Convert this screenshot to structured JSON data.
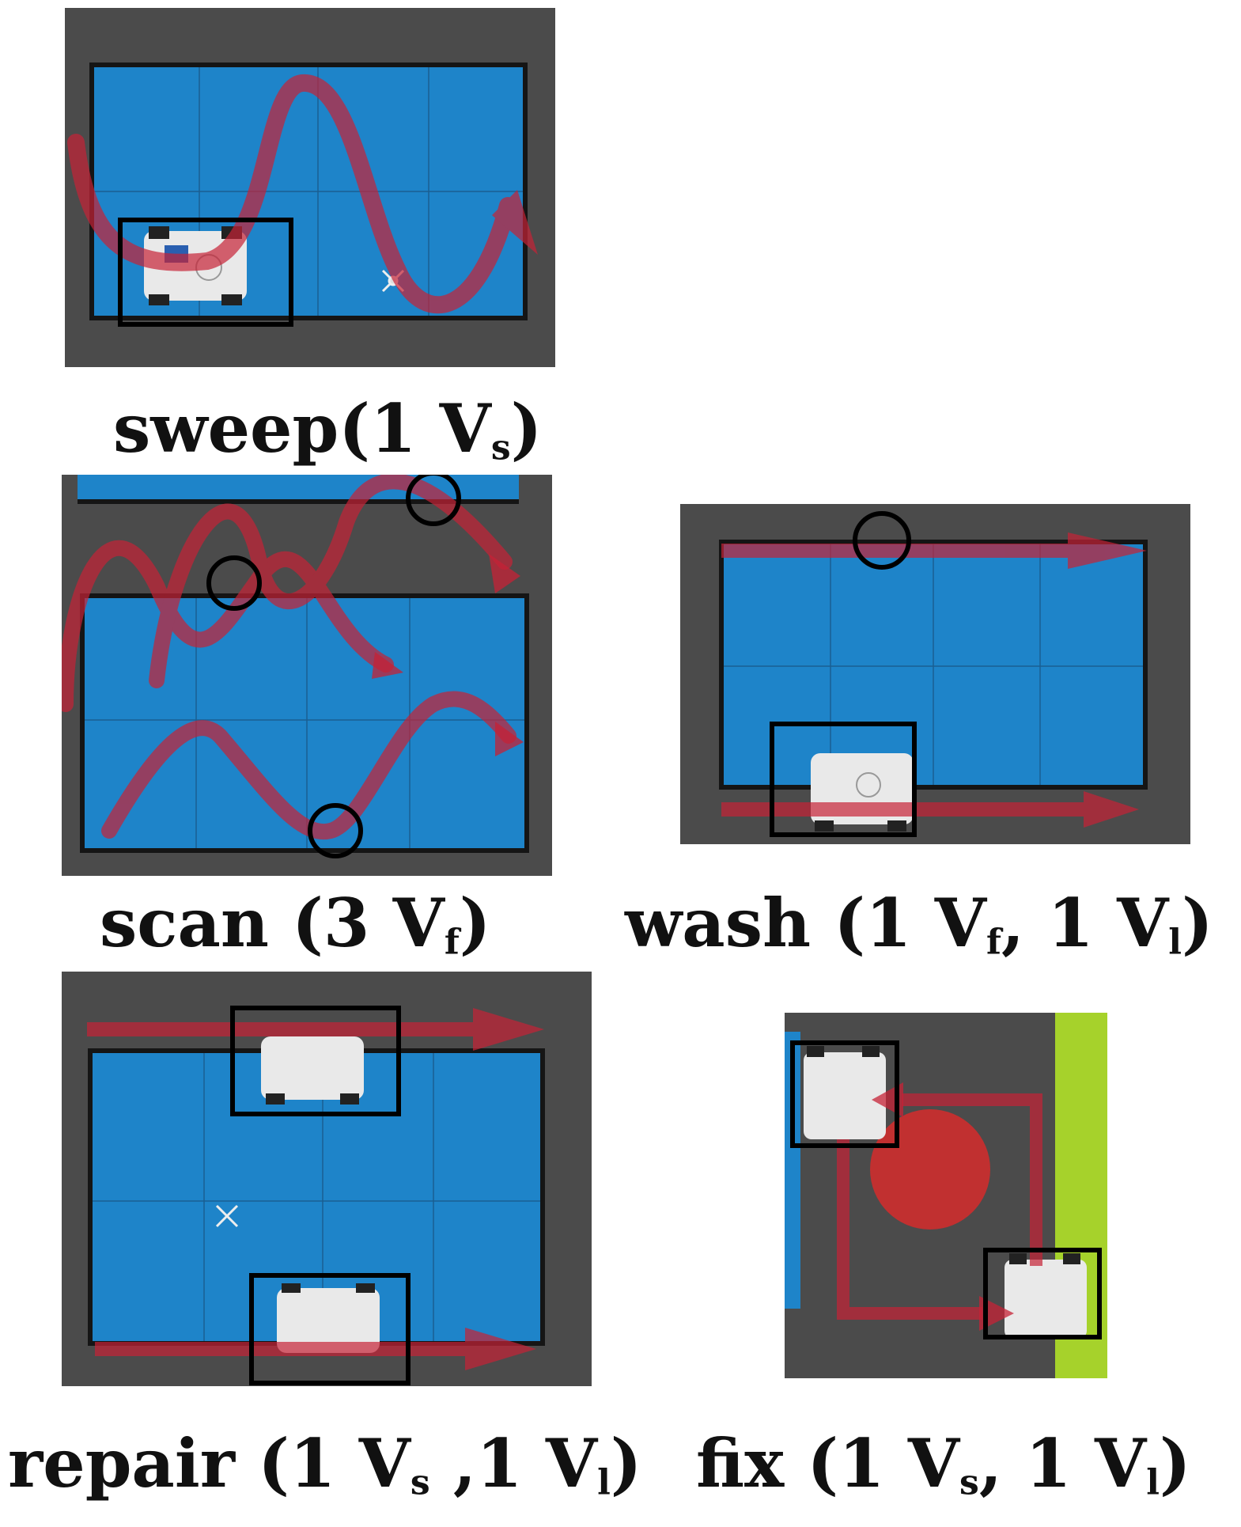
{
  "figure": {
    "colors": {
      "floor": "#4b4b4b",
      "mat": "#1e84c9",
      "mat_line": "#1a5f92",
      "border": "#151515",
      "trajectory": "#c62236",
      "highlight_box": "#000000",
      "green_strip": "#a6d22b",
      "red_disk": "#d62b2b"
    },
    "panels": [
      {
        "id": "sweep",
        "caption": {
          "task": "sweep(1 ",
          "v": "V",
          "sub": "s",
          "end": ")"
        },
        "markers": [
          "ground-robot-box"
        ]
      },
      {
        "id": "scan",
        "caption": {
          "task": "scan (3 ",
          "v": "V",
          "sub": "f",
          "end": ")"
        },
        "markers": [
          "drone-circle",
          "drone-circle",
          "drone-circle"
        ]
      },
      {
        "id": "wash",
        "caption": {
          "task": "wash (1 ",
          "v": "V",
          "sub": "f",
          "mid": ", 1 ",
          "v2": "V",
          "sub2": "l",
          "end": ")"
        },
        "markers": [
          "drone-circle",
          "ground-robot-box"
        ]
      },
      {
        "id": "repair",
        "caption": {
          "task": "repair (1 ",
          "v": "V",
          "sub": "s",
          "mid": " ,1 ",
          "v2": "V",
          "sub2": "l",
          "end": ")"
        },
        "markers": [
          "ground-robot-box",
          "ground-robot-box"
        ]
      },
      {
        "id": "fix",
        "caption": {
          "task": "fix (1 ",
          "v": "V",
          "sub": "s",
          "mid": ", 1 ",
          "v2": "V",
          "sub2": "l",
          "end": ")"
        },
        "markers": [
          "ground-robot-box",
          "ground-robot-box"
        ]
      }
    ]
  }
}
